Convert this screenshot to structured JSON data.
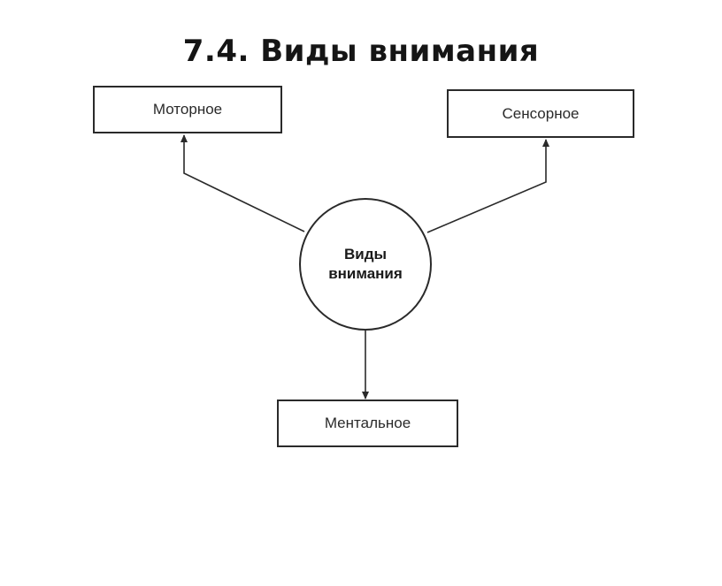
{
  "title": "7.4. Виды внимания",
  "center": {
    "line1": "Виды",
    "line2": "внимания"
  },
  "nodes": {
    "motor": "Моторное",
    "sensory": "Сенсорное",
    "mental": "Ментальное"
  }
}
